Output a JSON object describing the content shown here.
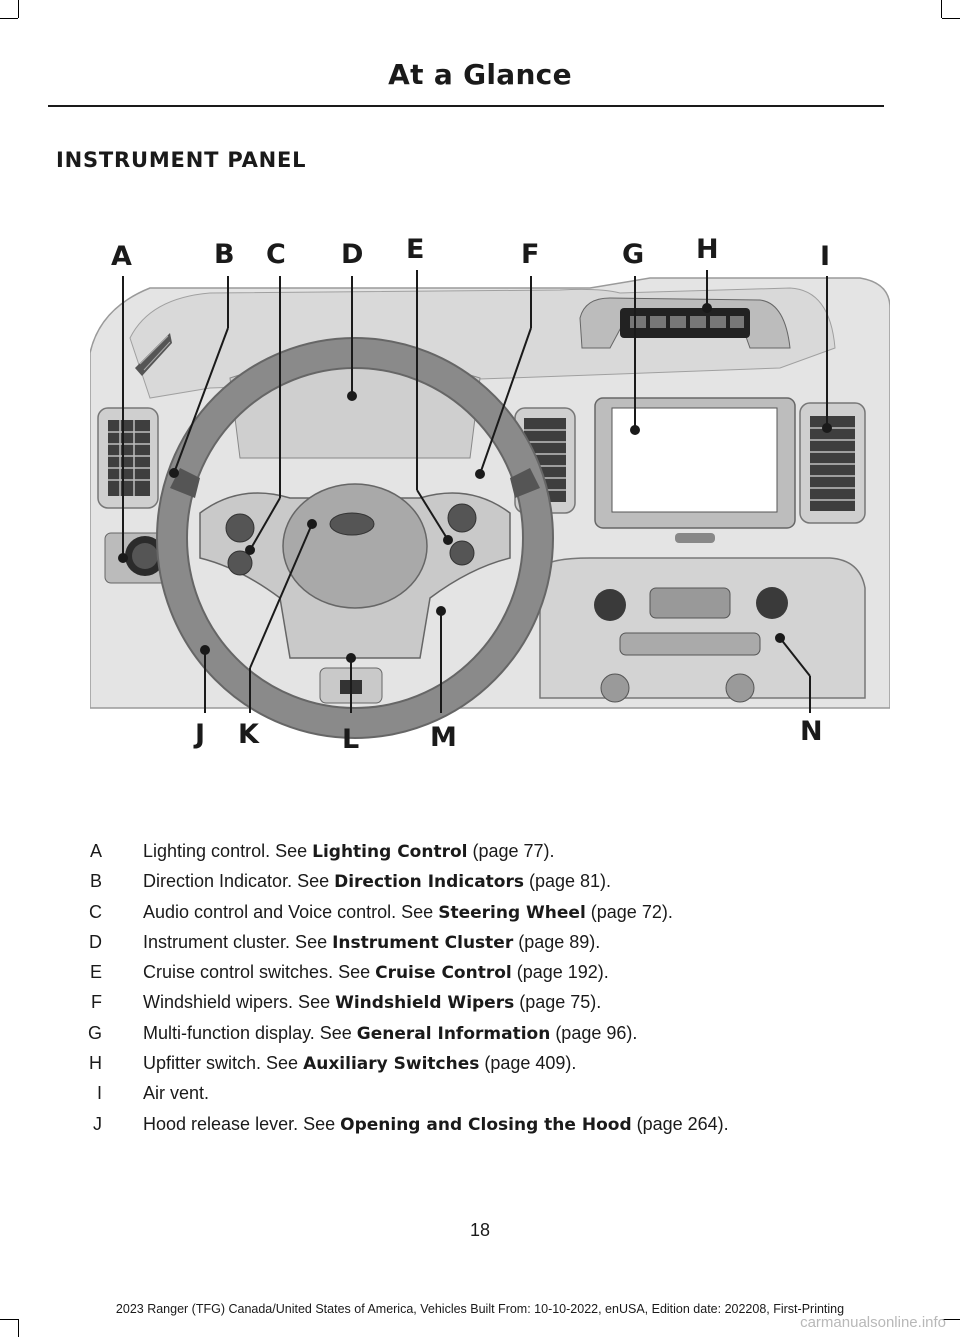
{
  "header": {
    "title": "At a Glance"
  },
  "section": {
    "title": "INSTRUMENT PANEL"
  },
  "figure": {
    "callouts": [
      "A",
      "B",
      "C",
      "D",
      "E",
      "F",
      "G",
      "H",
      "I",
      "J",
      "K",
      "L",
      "M",
      "N"
    ]
  },
  "legend": [
    {
      "letter": "A",
      "text": "Lighting control. See ",
      "link": "Lighting Control",
      "page": " (page 77)."
    },
    {
      "letter": "B",
      "text": "Direction Indicator.  See ",
      "link": "Direction Indicators",
      "page": " (page 81)."
    },
    {
      "letter": "C",
      "text": "Audio control and Voice control.  See ",
      "link": "Steering Wheel",
      "page": " (page 72)."
    },
    {
      "letter": "D",
      "text": "Instrument cluster. See ",
      "link": "Instrument Cluster",
      "page": " (page 89)."
    },
    {
      "letter": "E",
      "text": "Cruise control switches. See ",
      "link": "Cruise Control",
      "page": " (page 192)."
    },
    {
      "letter": "F",
      "text": "Windshield wipers.  See ",
      "link": "Windshield Wipers",
      "page": " (page 75)."
    },
    {
      "letter": "G",
      "text": "Multi-function display. See ",
      "link": "General Information",
      "page": " (page 96)."
    },
    {
      "letter": "H",
      "text": "Upfitter switch. See ",
      "link": "Auxiliary Switches",
      "page": " (page 409)."
    },
    {
      "letter": "I",
      "text": "Air vent.",
      "link": "",
      "page": ""
    },
    {
      "letter": "J",
      "text": "Hood release lever. See ",
      "link": "Opening and Closing the Hood",
      "page": " (page 264)."
    }
  ],
  "page_number": "18",
  "footer": "2023 Ranger (TFG) Canada/United States of America, Vehicles Built From: 10-10-2022, enUSA, Edition date: 202208, First-Printing",
  "watermark": "carmanualsonline.info"
}
